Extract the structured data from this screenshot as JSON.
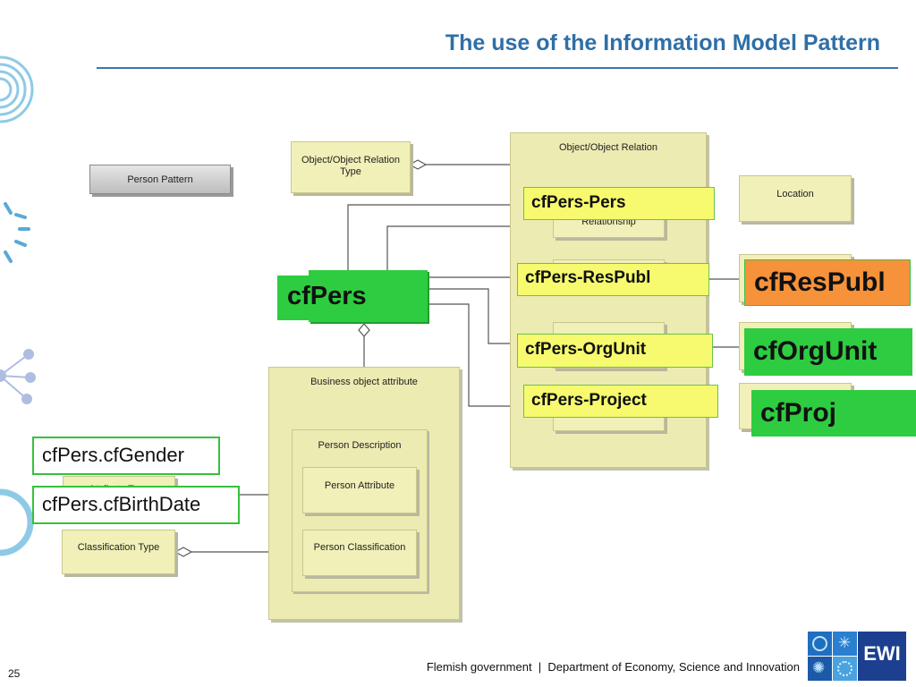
{
  "slide": {
    "title": "The use of the Information Model Pattern",
    "page_number": "25",
    "footer": "Flemish government  |  Department of Economy, Science and Innovation",
    "logo_text": "EWI"
  },
  "diagram": {
    "boxes": {
      "person_pattern": "Person Pattern",
      "oo_relation_type": "Object/Object Relation Type",
      "oo_relation": "Object/Object Relation",
      "relationship": "Relationship",
      "location": "Location",
      "business_object_attribute": "Business object attribute",
      "person_description": "Person Description",
      "person_attribute": "Person Attribute",
      "person_classification": "Person Classification",
      "classification_type": "Classification Type",
      "attribute_type": "Attribute Type"
    },
    "labels": {
      "cfpers_pers": "cfPers-Pers",
      "cfpers_respubl": "cfPers-ResPubl",
      "cfpers_orgunit": "cfPers-OrgUnit",
      "cfpers_project": "cfPers-Project",
      "cfpers": "cfPers",
      "cfrespubl": "cfResPubl",
      "cforgunit": "cfOrgUnit",
      "cfproj": "cfProj",
      "cfgender": "cfPers.cfGender",
      "cfbirthdate": "cfPers.cfBirthDate"
    },
    "colors": {
      "green_label": "#2ecc40",
      "orange_label": "#f6923a",
      "yellow_label": "#f7fa6e",
      "uml_fill": "#f0f0b8",
      "title_blue": "#2f6fa7"
    }
  }
}
